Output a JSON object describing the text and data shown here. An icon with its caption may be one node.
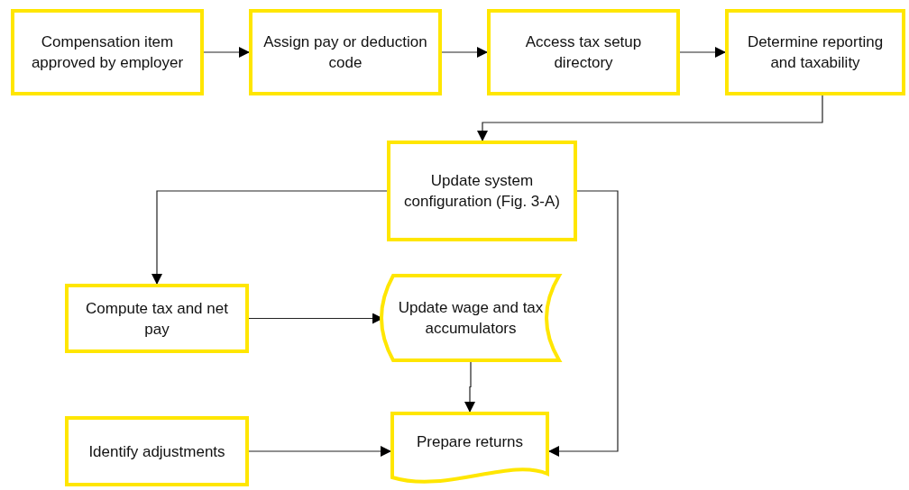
{
  "diagram": {
    "nodes": [
      {
        "text": [
          "Compensation item approved by employer"
        ]
      },
      {
        "text": [
          "Assign pay or deduction code"
        ]
      },
      {
        "text": [
          "Access tax setup directory"
        ]
      },
      {
        "text": [
          "Determine reporting and taxability"
        ]
      },
      {
        "text": [
          "Update system configuration (Fig. 3-A)"
        ]
      },
      {
        "text": [
          "Compute tax and net pay"
        ]
      },
      {
        "text": [
          "Update wage and tax accumulators"
        ]
      },
      {
        "text": [
          "Identify adjustments"
        ]
      },
      {
        "text": [
          "Prepare returns"
        ]
      }
    ],
    "edges": [
      {
        "from": 0,
        "to": 1,
        "arrow": "to"
      },
      {
        "from": 1,
        "to": 2,
        "arrow": "to"
      },
      {
        "from": 2,
        "to": 3,
        "arrow": "to"
      },
      {
        "from": 3,
        "to": 4,
        "arrow": "to"
      },
      {
        "from": 4,
        "to": 5,
        "arrow": "to"
      },
      {
        "from": 4,
        "to": 8,
        "arrow": "to"
      },
      {
        "from": 5,
        "to": 6,
        "arrow": "to"
      },
      {
        "from": 6,
        "to": 8,
        "arrow": "to"
      },
      {
        "from": 7,
        "to": 8,
        "arrow": "to"
      }
    ]
  }
}
